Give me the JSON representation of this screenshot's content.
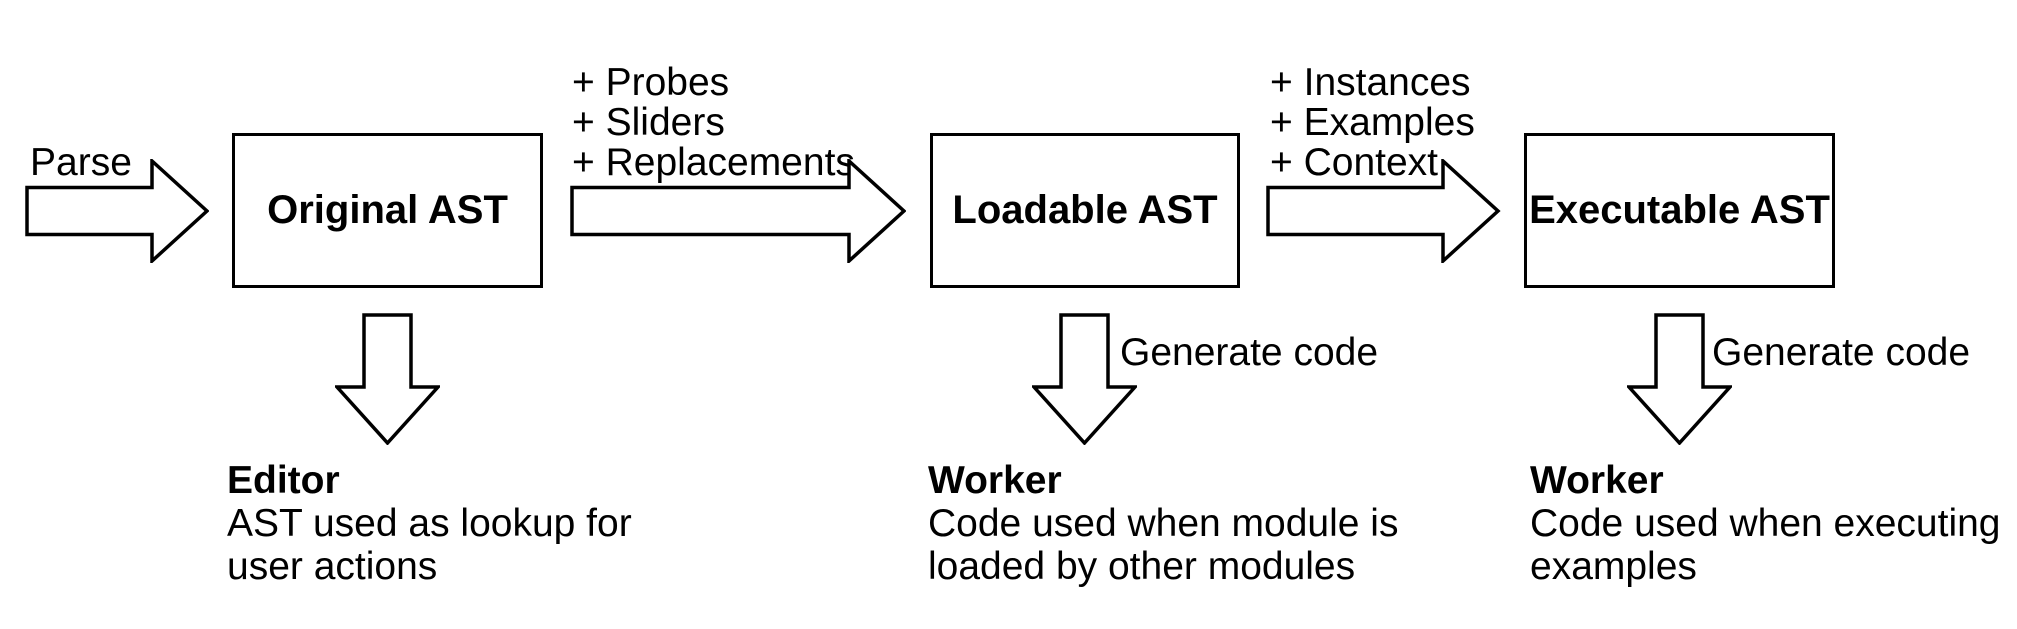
{
  "colors": {
    "background": "#ffffff",
    "stroke": "#000000",
    "text": "#000000"
  },
  "boxes": [
    {
      "label": "Original AST"
    },
    {
      "label": "Loadable AST"
    },
    {
      "label": "Executable AST"
    }
  ],
  "flow_arrows": [
    {
      "label": "Parse"
    },
    {
      "label_lines": [
        "+ Probes",
        "+ Sliders",
        "+ Replacements"
      ]
    },
    {
      "label_lines": [
        "+ Instances",
        "+ Examples",
        "+ Context"
      ]
    }
  ],
  "down_arrows": [
    {
      "label": ""
    },
    {
      "label": "Generate code"
    },
    {
      "label": "Generate code"
    }
  ],
  "destinations": [
    {
      "title": "Editor",
      "description_lines": [
        "AST used as lookup for",
        "user actions"
      ]
    },
    {
      "title": "Worker",
      "description_lines": [
        "Code used when module is",
        "loaded by other modules"
      ]
    },
    {
      "title": "Worker",
      "description_lines": [
        "Code used when executing",
        "examples"
      ]
    }
  ]
}
